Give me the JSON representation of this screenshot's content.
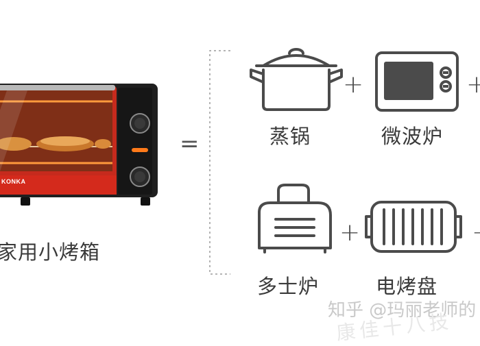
{
  "oven": {
    "brand": "KONKA",
    "caption": "家用小烤箱"
  },
  "equals_sign": "=",
  "appliances": [
    {
      "name": "蒸锅",
      "icon": "steamer-pot-icon"
    },
    {
      "name": "微波炉",
      "icon": "microwave-icon"
    },
    {
      "name": "多士炉",
      "icon": "toaster-icon"
    },
    {
      "name": "电烤盘",
      "icon": "grill-pan-icon"
    }
  ],
  "plus_sign": "+",
  "watermark": "知乎 @玛丽老师的",
  "handwritten_note": "康佳十八技",
  "colors": {
    "oven_red": "#d42a1c",
    "oven_black": "#1e1e1e",
    "icon_stroke": "#4b4b4b",
    "bracket": "#9a9a9a"
  }
}
